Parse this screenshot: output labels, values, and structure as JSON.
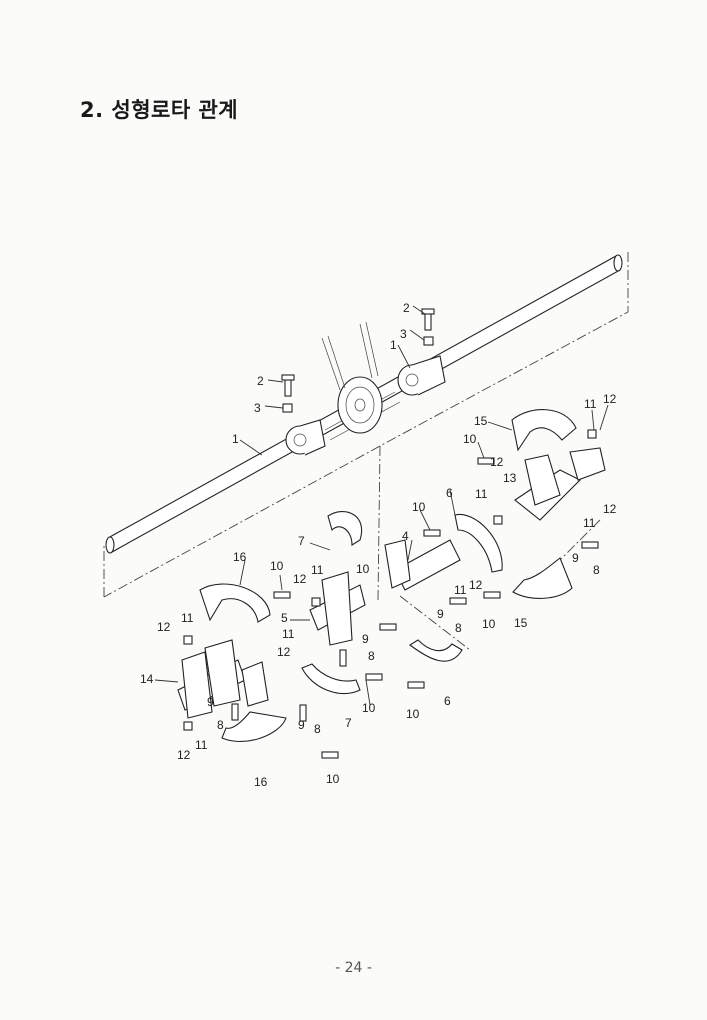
{
  "page": {
    "title": "2. 성형로타 관계",
    "footer": "- 24 -"
  },
  "diagram": {
    "callouts": [
      "2",
      "3",
      "1",
      "2",
      "3",
      "1",
      "15",
      "11",
      "12",
      "10",
      "13",
      "11",
      "12",
      "12",
      "11",
      "9",
      "8",
      "10",
      "6",
      "4",
      "11",
      "12",
      "9",
      "8",
      "10",
      "15",
      "7",
      "11",
      "10",
      "16",
      "10",
      "12",
      "5",
      "11",
      "12",
      "9",
      "8",
      "7",
      "10",
      "10",
      "6",
      "12",
      "11",
      "14",
      "9",
      "8",
      "9",
      "8",
      "12",
      "11",
      "16",
      "10"
    ]
  }
}
